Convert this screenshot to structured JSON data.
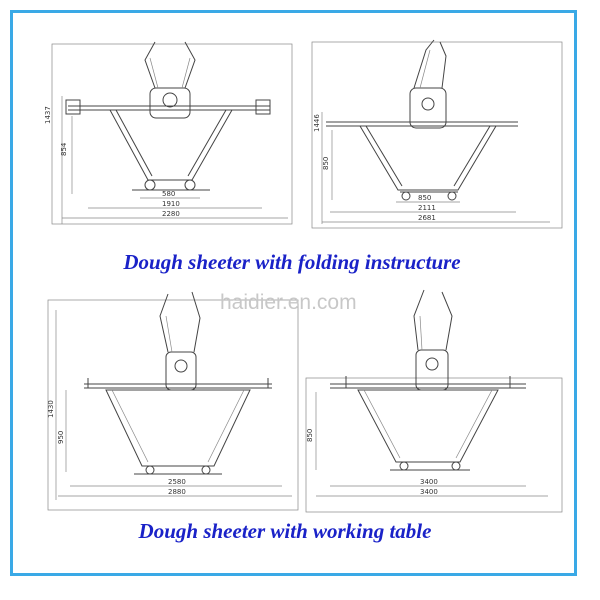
{
  "captions": {
    "top": "Dough sheeter with folding instructure",
    "bottom": "Dough sheeter with working table"
  },
  "watermark": "haidier.en.com",
  "dimensions": {
    "top_left": {
      "height_total": "1437",
      "height_table": "854",
      "w_base": "580",
      "w_mid": "1910",
      "w_total": "2280"
    },
    "top_right": {
      "height_total": "1446",
      "height_table": "850",
      "w_base": "850",
      "w_mid": "2111",
      "w_total": "2681"
    },
    "bottom_left": {
      "height_total": "1430",
      "height_table": "950",
      "w_mid": "2580",
      "w_total": "2880"
    },
    "bottom_right": {
      "height_table": "850",
      "w_mid": "3400",
      "w_total": "3400"
    }
  },
  "colors": {
    "frame": "#3aa9e6",
    "caption": "#1a22c8"
  }
}
